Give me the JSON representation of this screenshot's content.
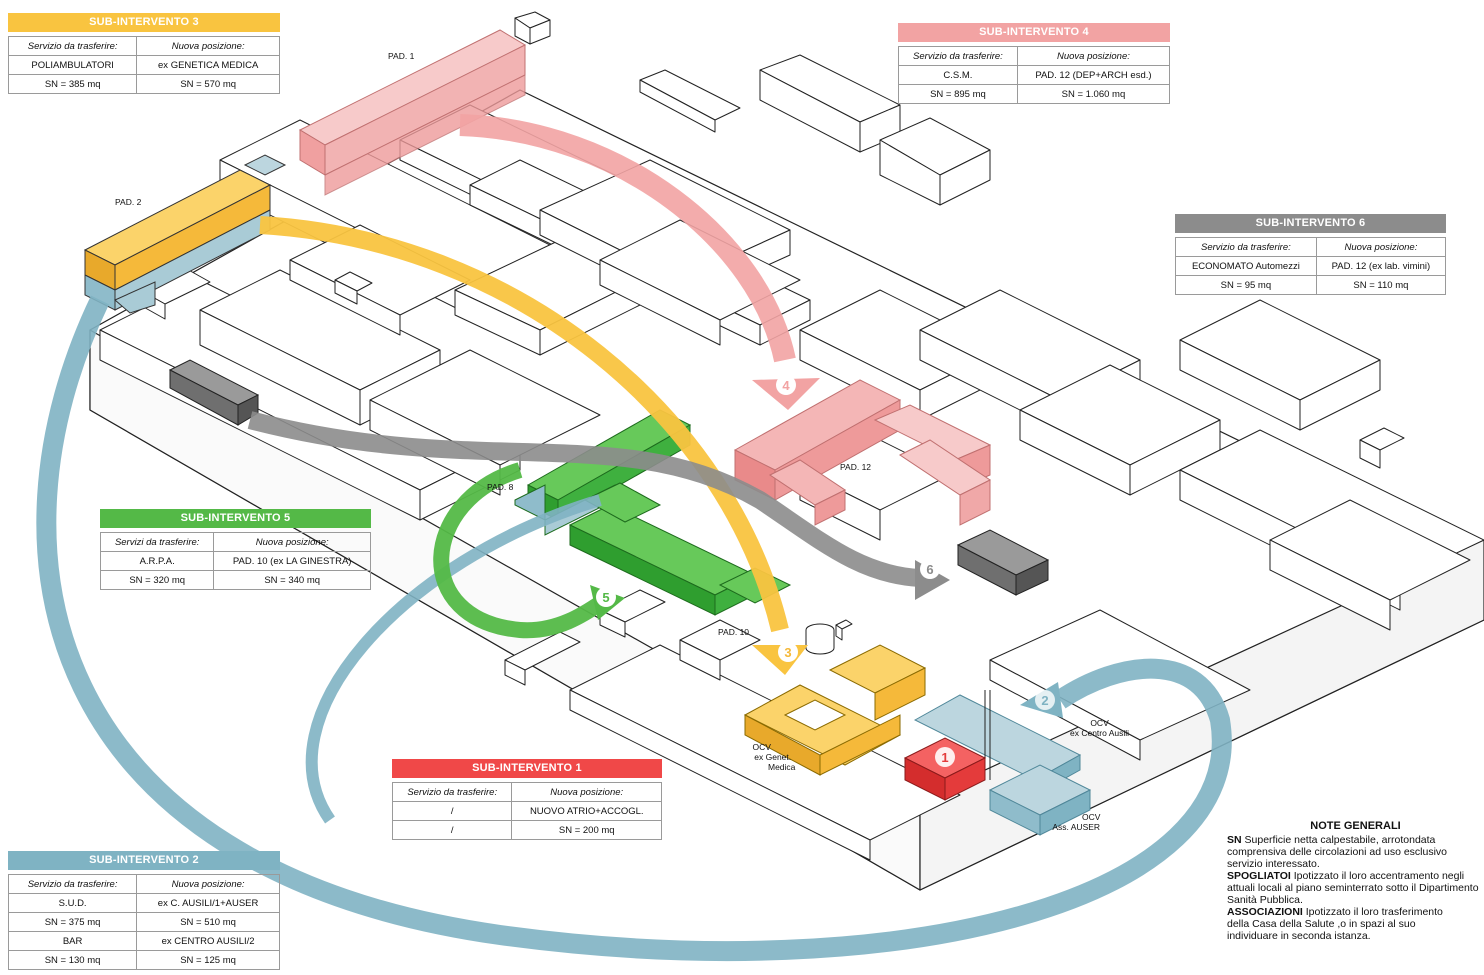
{
  "panels": {
    "s3": {
      "title": "SUB-INTERVENTO 3",
      "color": "#f9c440",
      "col1": "Servizio da trasferire:",
      "col2": "Nuova posizione:",
      "rows": [
        [
          "POLIAMBULATORI",
          "ex GENETICA MEDICA"
        ],
        [
          "SN = 385 mq",
          "SN = 570 mq"
        ]
      ]
    },
    "s4": {
      "title": "SUB-INTERVENTO 4",
      "color": "#f2a3a3",
      "col1": "Servizio da trasferire:",
      "col2": "Nuova posizione:",
      "rows": [
        [
          "C.S.M.",
          "PAD. 12 (DEP+ARCH esd.)"
        ],
        [
          "SN = 895 mq",
          "SN = 1.060 mq"
        ]
      ]
    },
    "s6": {
      "title": "SUB-INTERVENTO 6",
      "color": "#8c8c8c",
      "col1": "Servizio da trasferire:",
      "col2": "Nuova posizione:",
      "rows": [
        [
          "ECONOMATO Automezzi",
          "PAD. 12 (ex lab. vimini)"
        ],
        [
          "SN = 95 mq",
          "SN = 110 mq"
        ]
      ]
    },
    "s5": {
      "title": "SUB-INTERVENTO 5",
      "color": "#54b947",
      "col1": "Servizi da trasferire:",
      "col2": "Nuova posizione:",
      "rows": [
        [
          "A.R.P.A.",
          "PAD. 10 (ex LA GINESTRA)"
        ],
        [
          "SN = 320 mq",
          "SN = 340 mq"
        ]
      ]
    },
    "s1": {
      "title": "SUB-INTERVENTO 1",
      "color": "#f04848",
      "col1": "Servizio da trasferire:",
      "col2": "Nuova posizione:",
      "rows": [
        [
          "/",
          "NUOVO ATRIO+ACCOGL."
        ],
        [
          "/",
          "SN = 200 mq"
        ]
      ]
    },
    "s2": {
      "title": "SUB-INTERVENTO 2",
      "color": "#7fb3c3",
      "col1": "Servizio da trasferire:",
      "col2": "Nuova posizione:",
      "rows": [
        [
          "S.U.D.",
          "ex C. AUSILI/1+AUSER"
        ],
        [
          "SN = 375 mq",
          "SN = 510 mq"
        ],
        [
          "BAR",
          "ex CENTRO AUSILI/2"
        ],
        [
          "SN = 130 mq",
          "SN = 125 mq"
        ]
      ]
    }
  },
  "labels": {
    "pad1": "PAD. 1",
    "pad2": "PAD. 2",
    "pad8": "PAD. 8",
    "pad10": "PAD. 10",
    "pad12": "PAD. 12",
    "ocv_a1": "OCV",
    "ocv_a2": "ex Genet.",
    "ocv_a3": "Medica",
    "ocv_b1": "OCV",
    "ocv_b2": "ex Centro Ausili",
    "ocv_c1": "OCV",
    "ocv_c2": "Ass. AUSER"
  },
  "markers": {
    "m1": "1",
    "m2": "2",
    "m3": "3",
    "m4": "4",
    "m5": "5",
    "m6": "6"
  },
  "notes": {
    "title": "NOTE GENERALI",
    "sn_key": "SN",
    "sn_text": " Superficie netta calpestabile, arrotondata",
    "l2": "comprensiva delle circolazioni ad uso esclusivo",
    "l3": "servizio interessato.",
    "sp_key": "SPOGLIATOI",
    "sp_text": " Ipotizzato il loro accentramento negli",
    "l5": "attuali locali al piano seminterrato sotto il Dipartimento",
    "l6": "Sanità Pubblica.",
    "as_key": "ASSOCIAZIONI",
    "as_text": " Ipotizzato il loro trasferimento",
    "l8": "della Casa della Salute ,o in spazi al suo",
    "l9": "individuare in seconda istanza."
  },
  "colors": {
    "red": "#f04848",
    "pink": "#f2a3a3",
    "yellow": "#f9c440",
    "green": "#54b947",
    "blue": "#7fb3c3",
    "grey": "#8c8c8c",
    "dark": "#666666",
    "outline": "#222222"
  }
}
